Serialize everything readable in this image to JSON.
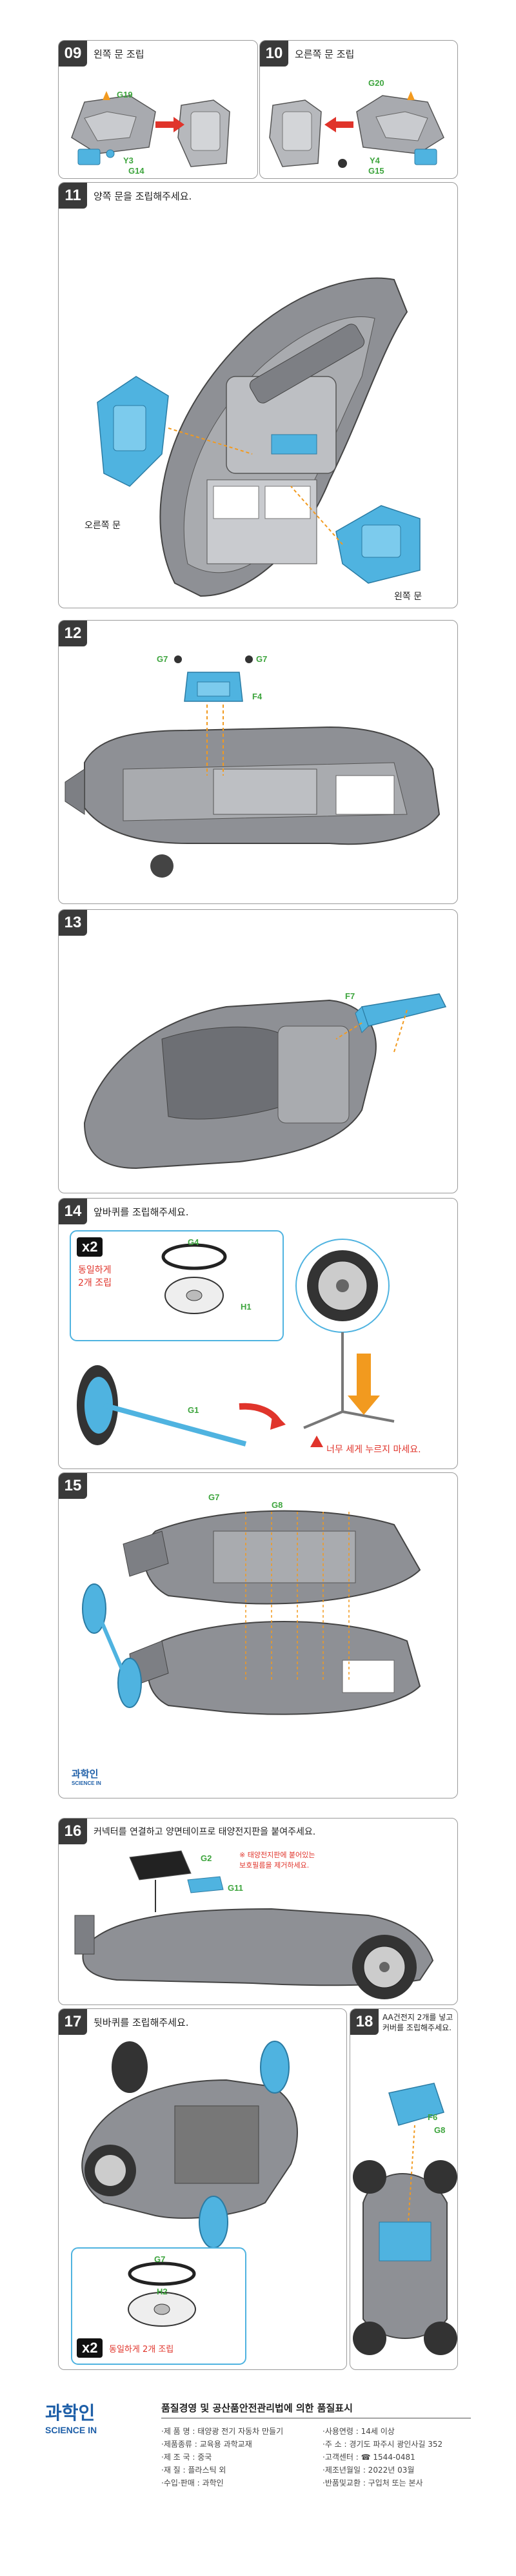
{
  "steps": {
    "s09": {
      "no": "09",
      "title": "왼쪽 문 조립",
      "labels": {
        "a": "G19",
        "b": "Y3",
        "c": "G14"
      }
    },
    "s10": {
      "no": "10",
      "title": "오른쪽 문 조립",
      "labels": {
        "a": "G20",
        "b": "Y4",
        "c": "G15"
      }
    },
    "s11": {
      "no": "11",
      "title": "양쪽 문을 조립해주세요.",
      "labels": {
        "right_door": "오른쪽 문",
        "left_door": "왼쪽 문"
      }
    },
    "s12": {
      "no": "12",
      "labels": {
        "g7a": "G7",
        "g7b": "G7",
        "f4": "F4"
      }
    },
    "s13": {
      "no": "13",
      "labels": {
        "f7": "F7"
      }
    },
    "s14": {
      "no": "14",
      "title": "앞바퀴를 조립해주세요.",
      "x2": "x2",
      "note": "동일하게\n2개 조립",
      "labels": {
        "g4": "G4",
        "h1": "H1",
        "g1": "G1"
      },
      "warning": "너무 세게 누르지 마세요."
    },
    "s15": {
      "no": "15",
      "labels": {
        "g7": "G7",
        "g8": "G8"
      },
      "brand": "과학인",
      "brand_sub": "SCIENCE IN"
    },
    "s16": {
      "no": "16",
      "title": "커넥터를 연결하고 양면테이프로 태양전지판을 붙여주세요.",
      "note": "※ 태양전지판에 붙어있는\n보호필름을 제거하세요.",
      "labels": {
        "g2": "G2",
        "g11": "G11"
      }
    },
    "s17": {
      "no": "17",
      "title": "뒷바퀴를 조립해주세요.",
      "x2": "x2",
      "note": "동일하게 2개 조립",
      "labels": {
        "g7": "G7",
        "h2": "H2"
      }
    },
    "s18": {
      "no": "18",
      "title": "AA건전지 2개를 넣고\n커버를 조립해주세요.",
      "labels": {
        "f6": "F6",
        "g8": "G8"
      }
    }
  },
  "footer": {
    "brand": "과학인",
    "brand_sub": "SCIENCE IN",
    "heading": "품질경영 및 공산품안전관리법에 의한 품질표시",
    "left": [
      "·제  품  명 : 태양광 전기 자동차 만들기",
      "·제품종류 : 교육용 과학교재",
      "·제  조  국 : 중국",
      "·재       질 : 플라스틱 외",
      "·수입·판매 : 과학인"
    ],
    "right": [
      "·사용연령 : 14세 이상",
      "·주       소 : 경기도 파주시 광인사길 352",
      "·고객센터 : ☎ 1544-0481",
      "·제조년월일 : 2022년 03월",
      "·반품및교환 : 구입처 또는 본사"
    ]
  },
  "colors": {
    "part_blue": "#4fb3e0",
    "arrow_orange": "#f29a1f",
    "label_green": "#3ea53e",
    "warn_red": "#e0342b",
    "car_grey": "#9c9ea3"
  }
}
